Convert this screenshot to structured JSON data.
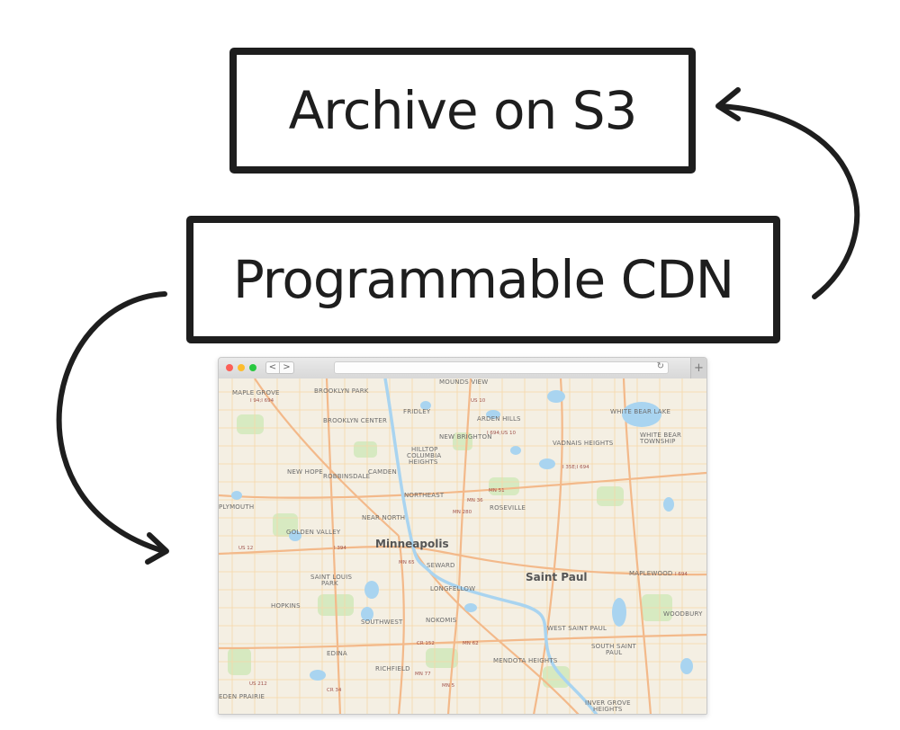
{
  "boxes": {
    "archive": "Archive on S3",
    "cdn": "Programmable CDN"
  },
  "browser": {
    "back_glyph": "<",
    "forward_glyph": ">",
    "reload_glyph": "↻",
    "new_tab_glyph": "+"
  },
  "map": {
    "cities": [
      "Minneapolis",
      "Saint Paul"
    ],
    "places": [
      "MAPLE GROVE",
      "BROOKLYN PARK",
      "MOUNDS VIEW",
      "FRIDLEY",
      "BROOKLYN CENTER",
      "ARDEN HILLS",
      "WHITE BEAR LAKE",
      "NEW BRIGHTON",
      "WHITE BEAR",
      "TOWNSHIP",
      "HILLTOP",
      "COLUMBIA",
      "HEIGHTS",
      "VADNAIS HEIGHTS",
      "NEW HOPE",
      "ROBBINSDALE",
      "CAMDEN",
      "NORTHEAST",
      "PLYMOUTH",
      "ROSEVILLE",
      "NEAR NORTH",
      "GOLDEN VALLEY",
      "SEWARD",
      "SAINT LOUIS",
      "PARK",
      "MAPLEWOOD",
      "LONGFELLOW",
      "HOPKINS",
      "SOUTHWEST",
      "NOKOMIS",
      "WOODBURY",
      "WEST SAINT PAUL",
      "SOUTH SAINT",
      "PAUL",
      "EDINA",
      "MENDOTA HEIGHTS",
      "RICHFIELD",
      "EDEN PRAIRIE",
      "INVER GROVE",
      "HEIGHTS"
    ],
    "shields": [
      "I 94;I 694",
      "US 10",
      "I 694;US 10",
      "I 35E;I 694",
      "MN 51",
      "MN 36",
      "MN 280",
      "US 12",
      "I 394",
      "MN 65",
      "I 694",
      "CR 152",
      "MN 62",
      "MN 77",
      "US 212",
      "CR 34",
      "MN 5"
    ]
  }
}
